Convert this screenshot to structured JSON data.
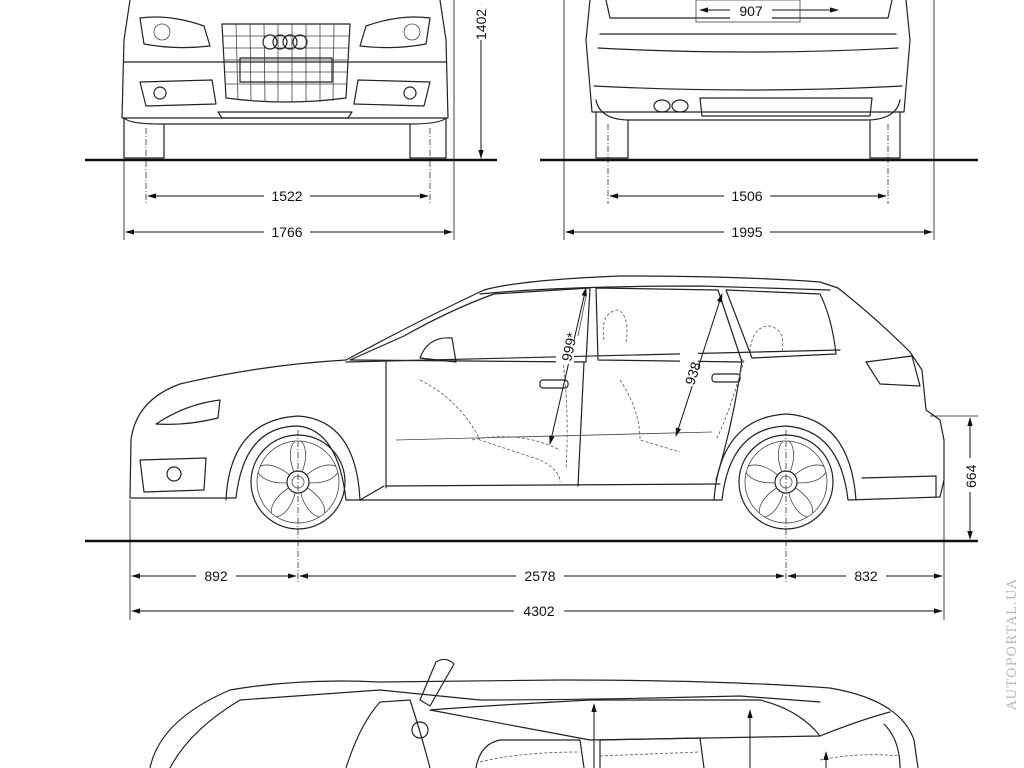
{
  "dimensions": {
    "front_track": "1522",
    "front_width": "1766",
    "height": "1402",
    "rear_track": "1506",
    "rear_width": "1995",
    "rear_window_width": "907",
    "front_overhang": "892",
    "wheelbase": "2578",
    "rear_overhang": "832",
    "length": "4302",
    "front_headroom": "999*",
    "rear_headroom": "938",
    "loading_height": "664"
  },
  "watermark": "AUTOPORTAL.UA",
  "colors": {
    "line": "#222222",
    "background": "#ffffff",
    "watermark": "#b9b9b9"
  }
}
